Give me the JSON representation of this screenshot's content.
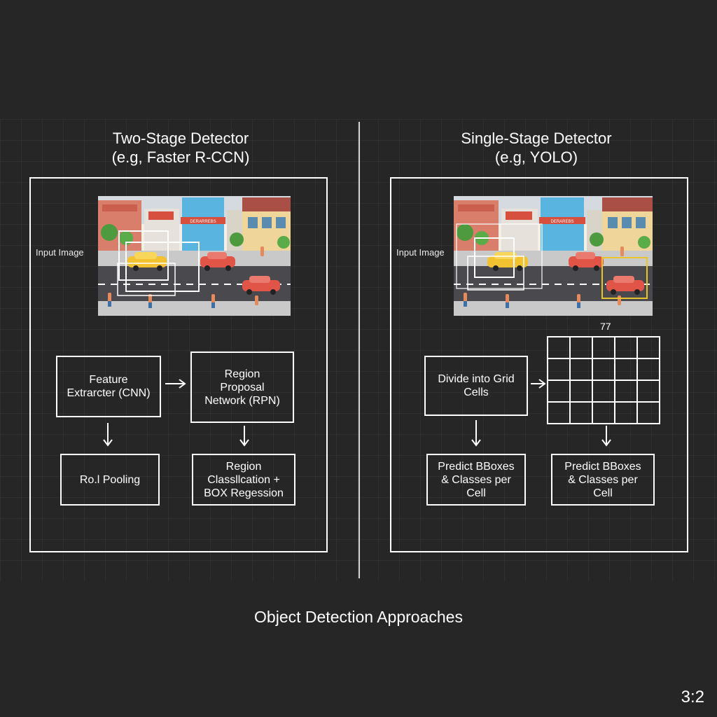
{
  "left": {
    "title_line1": "Two-Stage Detector",
    "title_line2": "(e.g, Faster R-CCN)",
    "input_label": "Input Image",
    "feature_box": "Feature\nExtrarcter (CNN)",
    "rpn_box": "Region\nProposal\nNetwork (RPN)",
    "roi_box": "Ro.l Pooling",
    "classify_box": "Region\nClassllcation +\nBOX Regession"
  },
  "right": {
    "title_line1": "Single-Stage Detector",
    "title_line2": "(e.g, YOLO)",
    "input_label": "Input Image",
    "grid_label": "77",
    "divide_box": "Divide into Grid\nCells",
    "predict_box_1": "Predict BBoxes\n& Classes per\nCell",
    "predict_box_2": "Predict BBoxes\n& Classes per\nCell"
  },
  "footer": {
    "title": "Object Detection Approaches",
    "ratio": "3:2"
  },
  "scene": {
    "store_sign_left": "DERARREBS",
    "store_sign_right": "DERAREBS"
  },
  "colors": {
    "background": "#262626",
    "line": "#ffffff",
    "highlight_box": "#e8c52a"
  }
}
